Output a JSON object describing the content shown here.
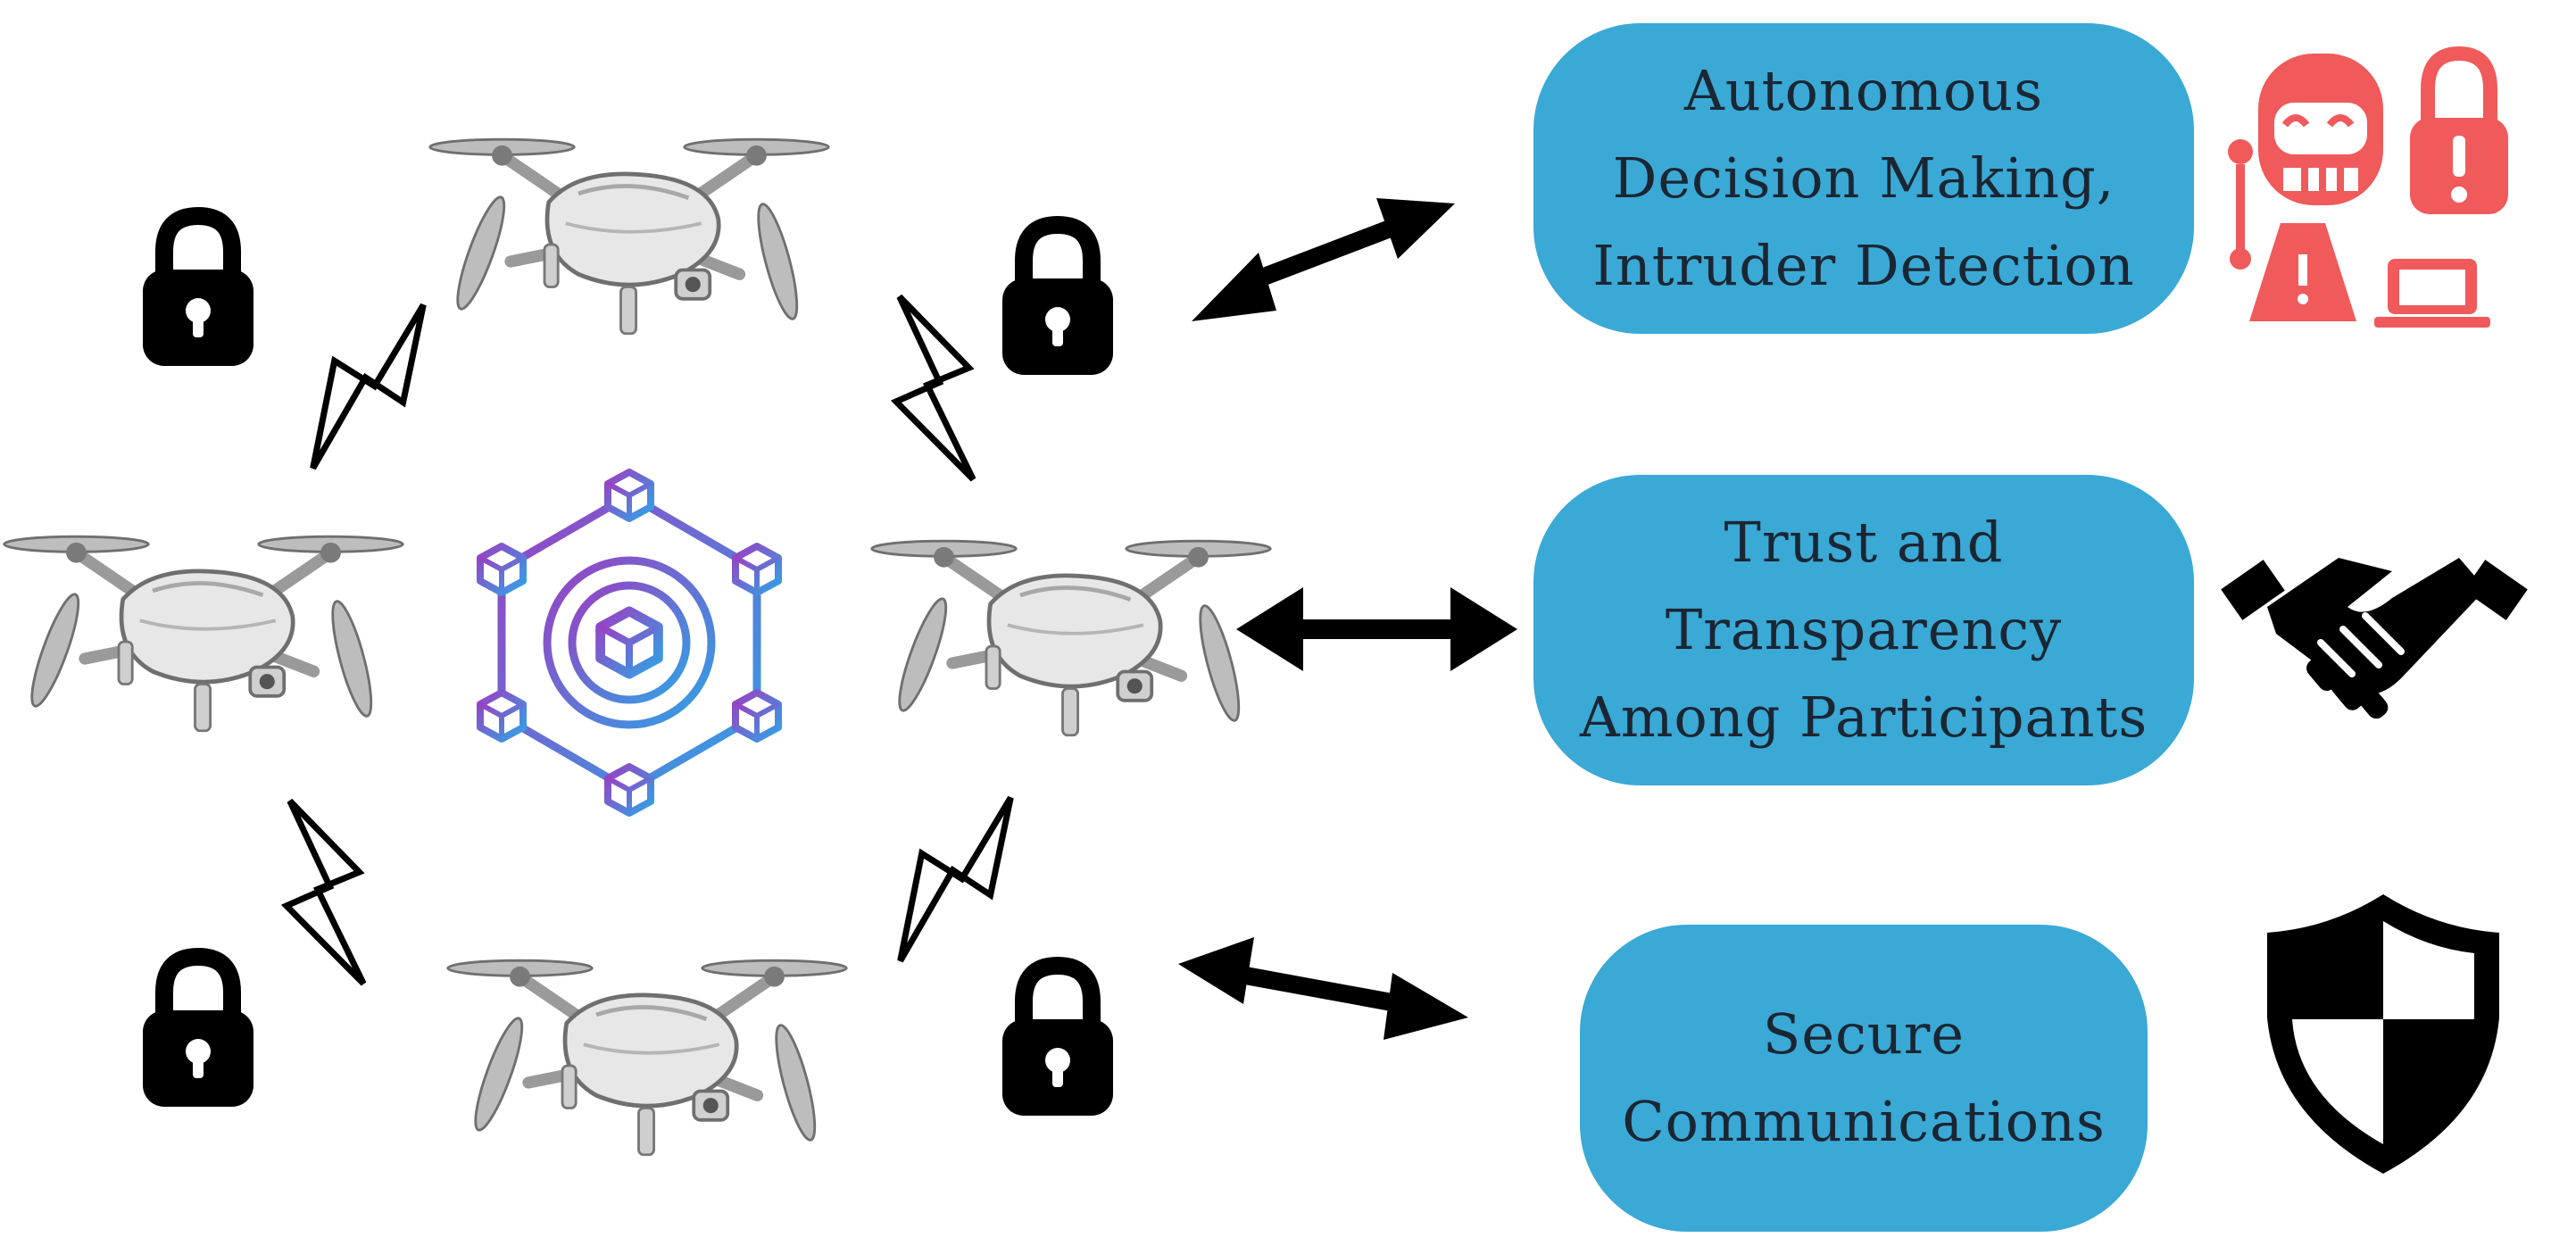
{
  "diagram": {
    "boxes": [
      {
        "lines": [
          "Autonomous",
          "Decision Making,",
          "Intruder  Detection"
        ]
      },
      {
        "lines": [
          "Trust and",
          "Transparency",
          "Among Participants"
        ]
      },
      {
        "lines": [
          "Secure",
          "Communications"
        ]
      }
    ],
    "icons": {
      "drone": "drone-icon",
      "lock": "lock-icon",
      "lightning": "lightning-bolt-icon",
      "blockchain": "blockchain-network-icon",
      "robot_security": "robot-security-icon",
      "handshake": "handshake-icon",
      "shield": "shield-icon"
    },
    "colors": {
      "box_fill": "#3aa9d6",
      "box_text": "#1b2633",
      "robot_icon": "#f05a5a",
      "blockchain_gradient_start": "#9b3fc2",
      "blockchain_gradient_end": "#2fa3e6"
    }
  }
}
